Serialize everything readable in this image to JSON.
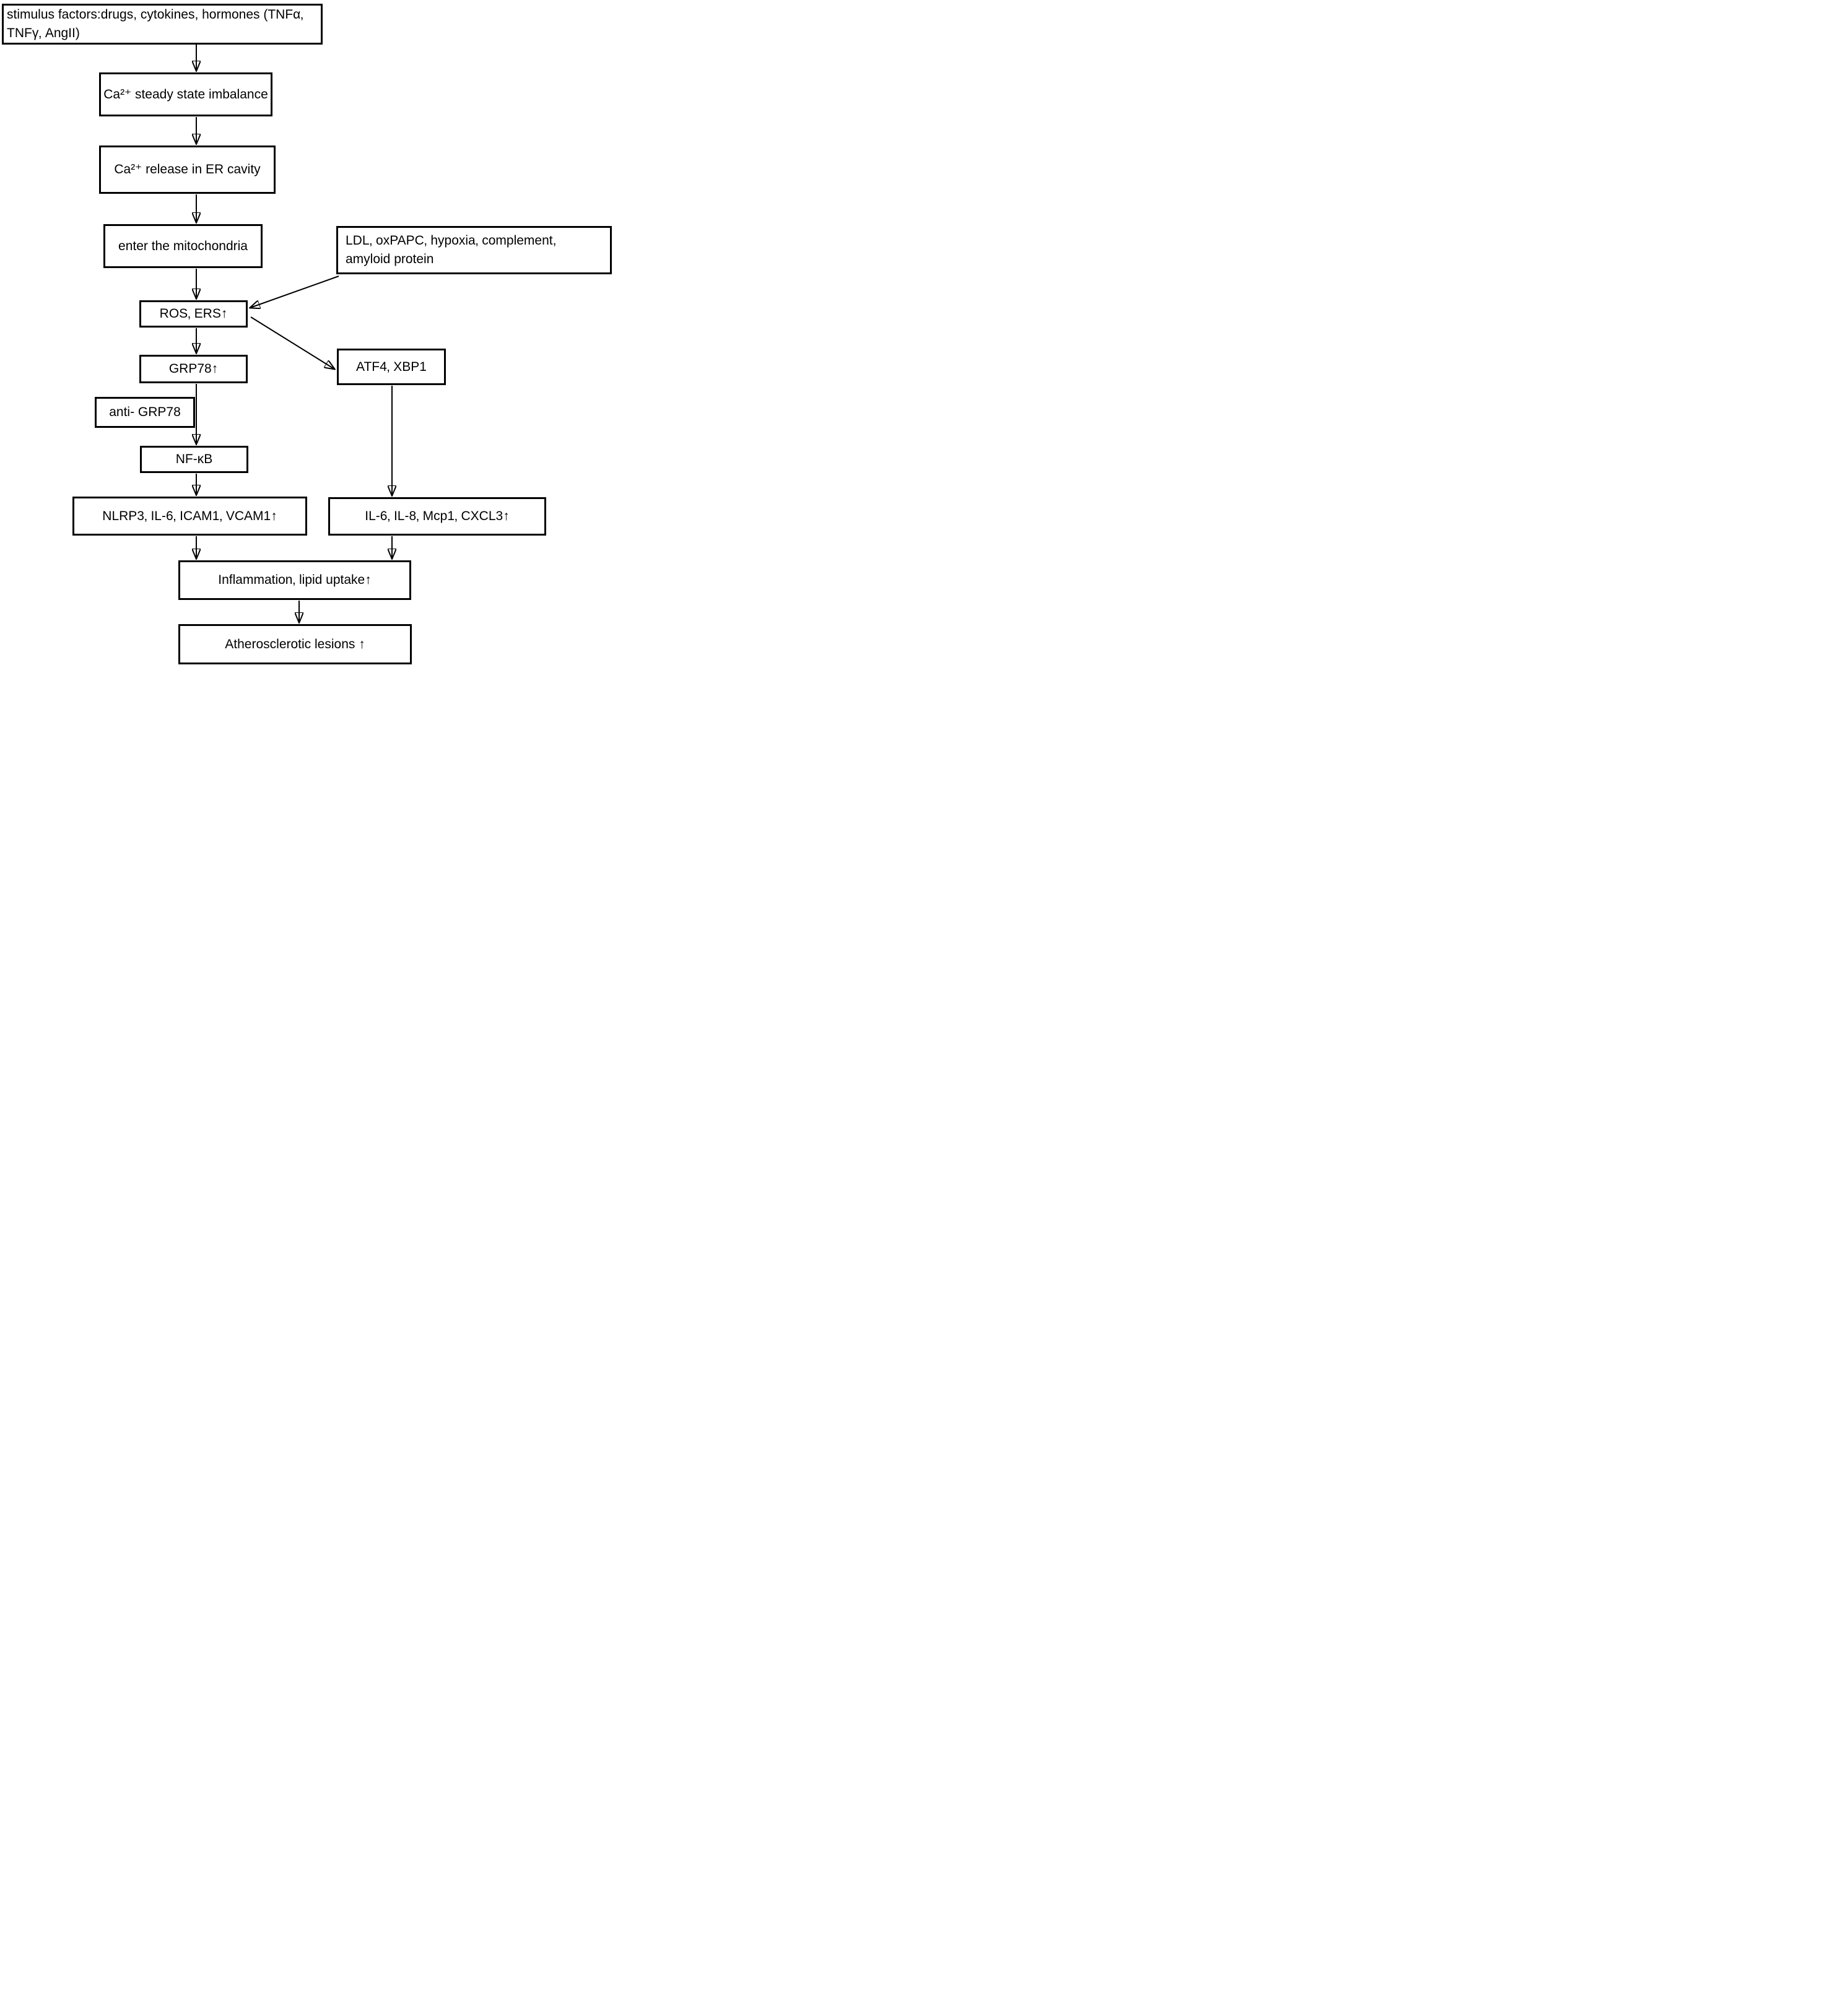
{
  "figure": {
    "type": "flowchart",
    "background_color": "#ffffff",
    "stroke_color": "#000000",
    "nodes": {
      "stimulus": {
        "label": "stimulus factors:drugs, cytokines, hormones (TNFα、TNFγ、AngII)"
      },
      "ca_imbalance": {
        "label": "Ca²⁺ steady state imbalance"
      },
      "ca_release": {
        "label": "Ca²⁺ release in ER cavity"
      },
      "mitochondria": {
        "label": "enter the mitochondria"
      },
      "ldl": {
        "label": "LDL、oxPAPC、hypoxia、complement, amyloid protein"
      },
      "ros": {
        "label": "ROS、ERS↑"
      },
      "atf4": {
        "label": "ATF4、XBP1"
      },
      "grp78": {
        "label": "GRP78↑"
      },
      "anti_grp78": {
        "label": "anti- GRP78"
      },
      "nfkb": {
        "label": "NF-κB"
      },
      "nlrp3": {
        "label": "NLRP3、IL-6、ICAM1、VCAM1↑"
      },
      "il6": {
        "label": "IL-6、IL-8、Mcp1、CXCL3↑"
      },
      "inflammation": {
        "label": "Inflammation、lipid uptake↑"
      },
      "athero": {
        "label": "Atherosclerotic lesions ↑"
      }
    },
    "edges": [
      {
        "from": "stimulus",
        "to": "ca_imbalance"
      },
      {
        "from": "ca_imbalance",
        "to": "ca_release"
      },
      {
        "from": "ca_release",
        "to": "mitochondria"
      },
      {
        "from": "mitochondria",
        "to": "ros"
      },
      {
        "from": "ldl",
        "to": "ros"
      },
      {
        "from": "ros",
        "to": "atf4"
      },
      {
        "from": "ros",
        "to": "grp78"
      },
      {
        "from": "grp78",
        "to": "nfkb"
      },
      {
        "from": "nfkb",
        "to": "nlrp3"
      },
      {
        "from": "nlrp3",
        "to": "inflammation"
      },
      {
        "from": "atf4",
        "to": "il6"
      },
      {
        "from": "il6",
        "to": "inflammation"
      },
      {
        "from": "inflammation",
        "to": "athero"
      }
    ]
  }
}
